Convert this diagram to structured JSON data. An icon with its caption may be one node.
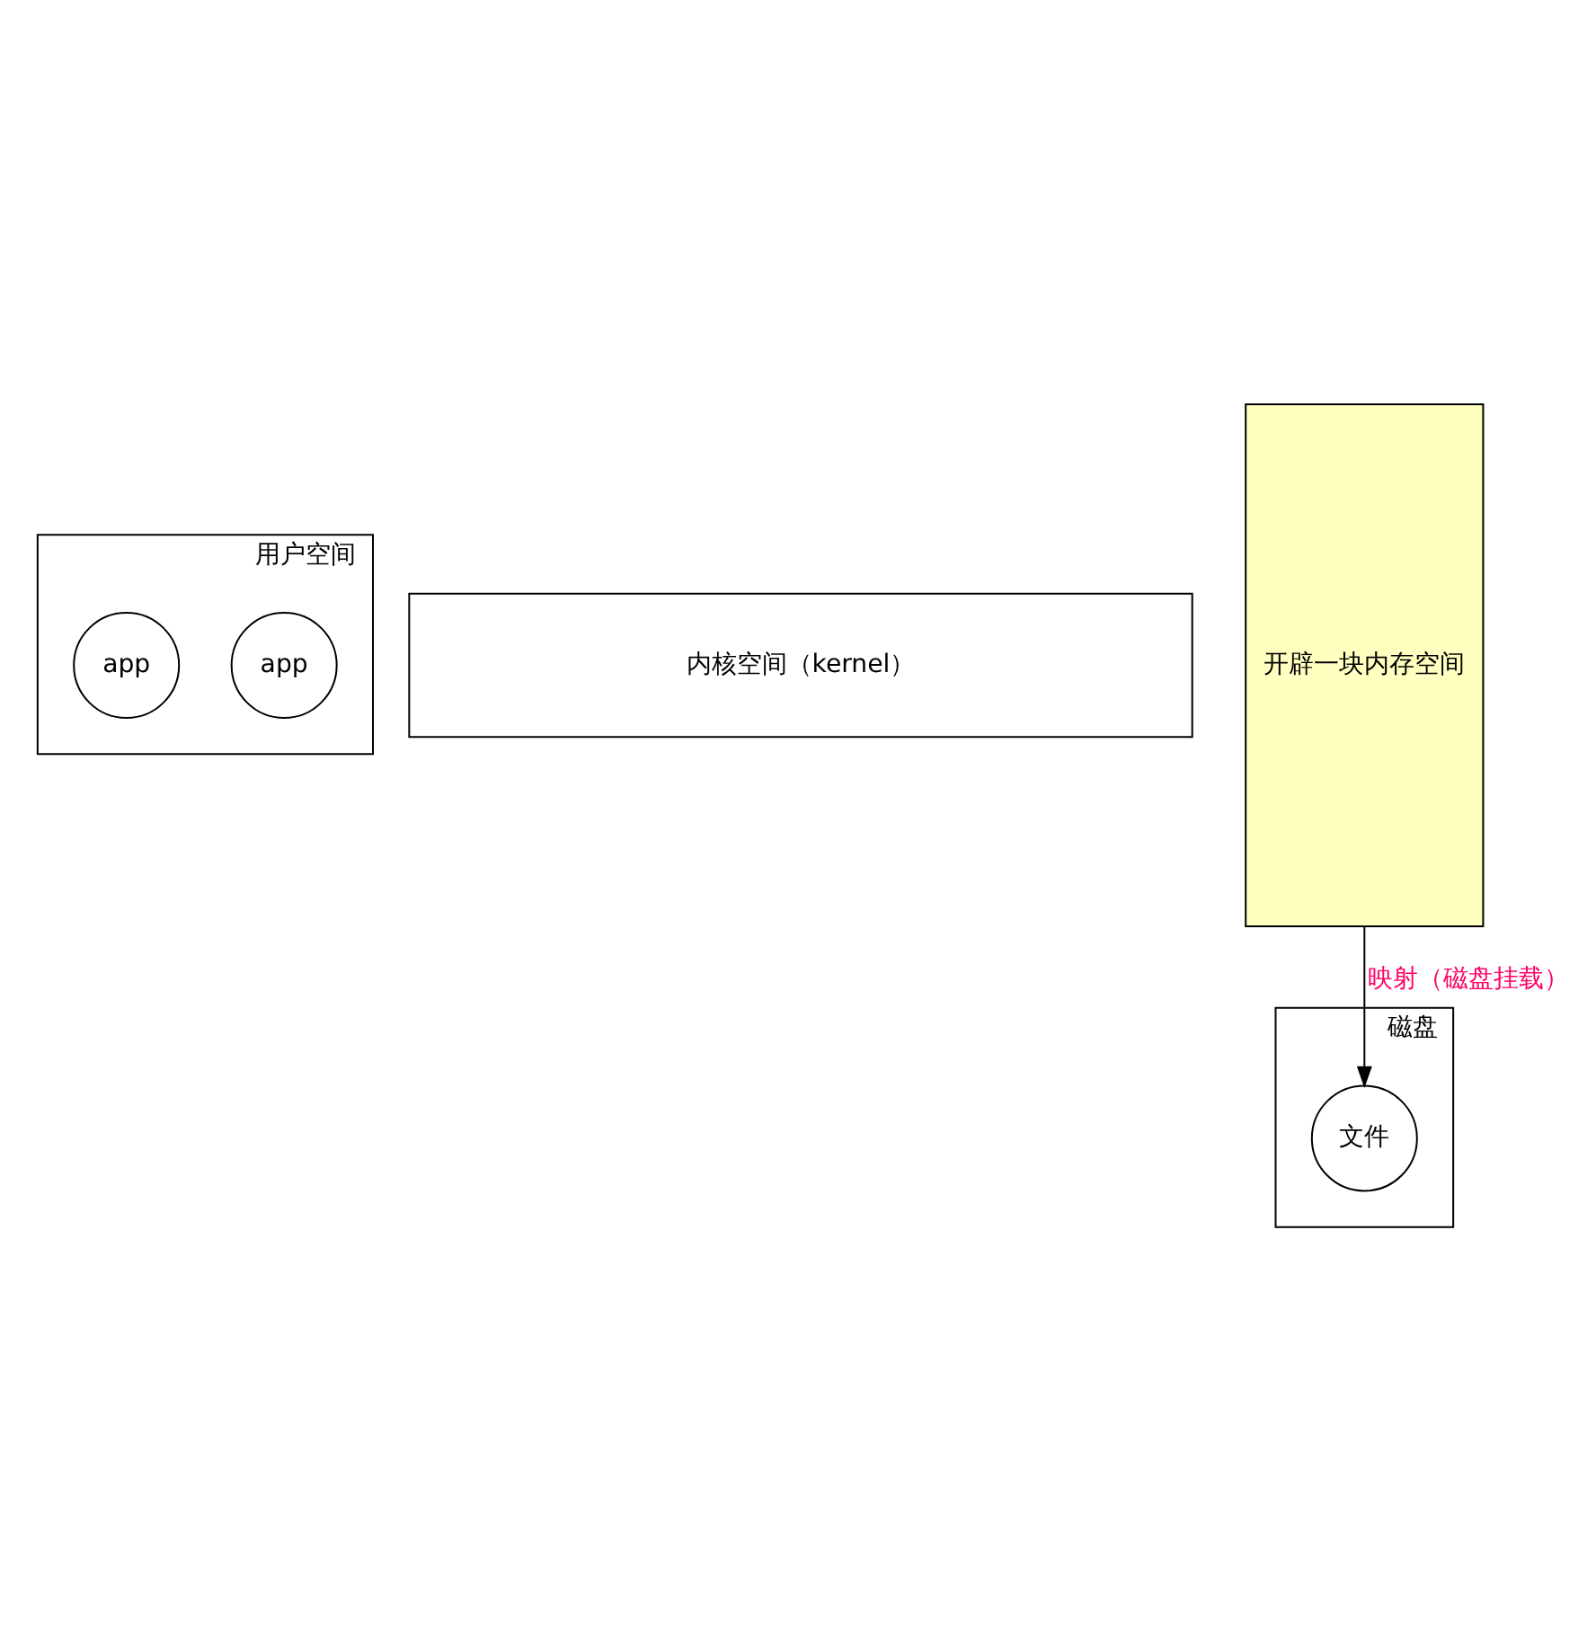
{
  "diagram": {
    "nodes": [
      {
        "text": [
          "用户空间"
        ]
      },
      {
        "text": [
          "app"
        ],
        "in": 0
      },
      {
        "text": [
          "app"
        ],
        "in": 0
      },
      {
        "text": [
          "内核空间（kernel）"
        ]
      },
      {
        "text": [
          "开辟一块内存空间"
        ]
      },
      {
        "text": [
          "磁盘"
        ]
      },
      {
        "text": [
          "文件"
        ],
        "in": 5
      }
    ],
    "edges": [
      {
        "from": 4,
        "to": 6,
        "arrow": "to",
        "label": "映射（磁盘挂载）"
      }
    ]
  }
}
